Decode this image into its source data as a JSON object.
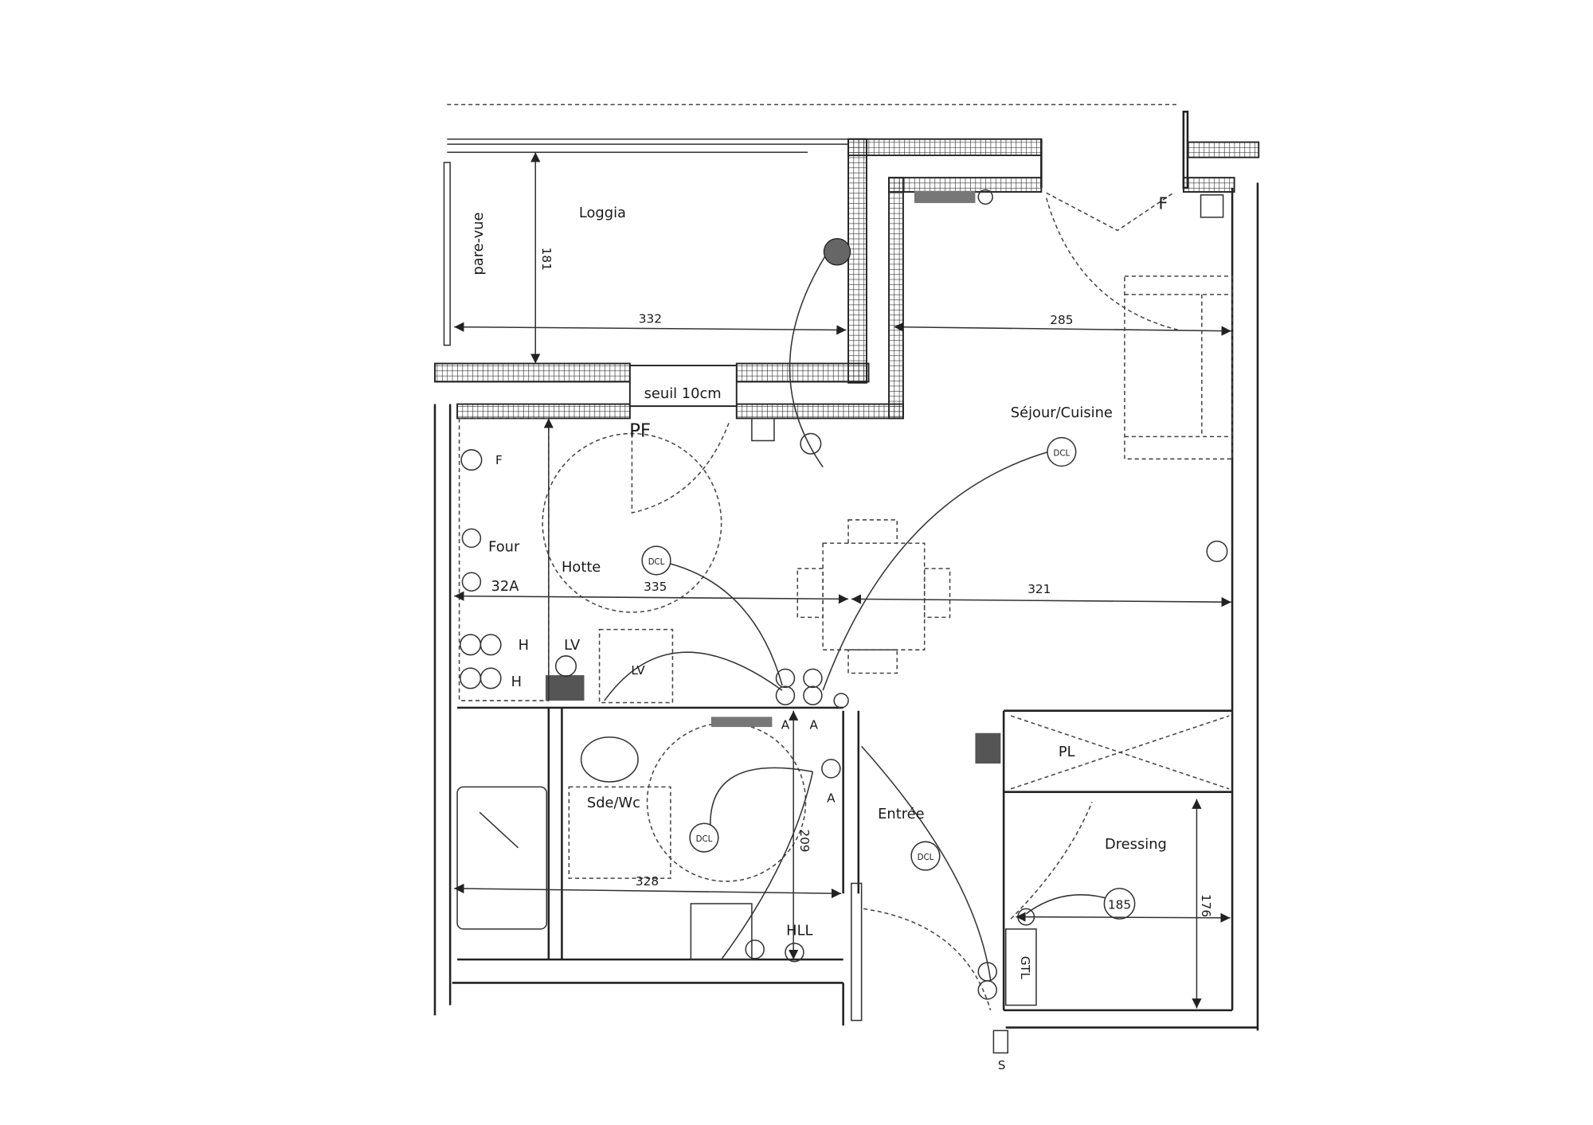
{
  "rooms": {
    "loggia": "Loggia",
    "sejour": "Séjour/Cuisine",
    "sdewc": "Sde/Wc",
    "entree": "Entrée",
    "dressing": "Dressing",
    "placard": "PL"
  },
  "annotations": {
    "pare_vue": "pare-vue",
    "seuil": "seuil 10cm",
    "pf": "PF",
    "f_kitchen": "F",
    "f_window": "F",
    "four": "Four",
    "hotte": "Hotte",
    "amp": "32A",
    "h1": "H",
    "h2": "H",
    "lv1": "LV",
    "lv2": "LV",
    "a1": "A",
    "a2": "A",
    "a3": "A",
    "hll": "HLL",
    "gtl": "GTL",
    "s": "S",
    "dcl": "DCL"
  },
  "dimensions": {
    "loggia_height": "181",
    "loggia_width": "332",
    "sejour_top": "285",
    "kitchen_width": "335",
    "sejour_width": "321",
    "bath_height": "209",
    "bath_width": "328",
    "dressing_width": "185",
    "dressing_height": "176"
  }
}
